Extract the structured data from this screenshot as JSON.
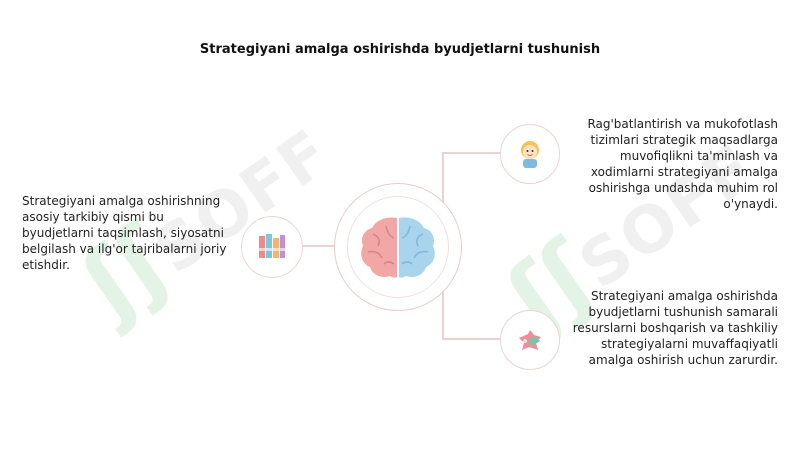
{
  "title": "Strategiyani amalga oshirishda byudjetlarni tushunish",
  "watermark": "SOFF",
  "left_text": "Strategiyani amalga oshirishning asosiy tarkibiy qismi bu byudjetlarni taqsimlash, siyosatni belgilash va ilg'or tajribalarni joriy etishdir.",
  "top_right_text": "Rag'batlantirish va mukofotlash tizimlari strategik maqsadlarga muvofiqlikni ta'minlash va xodimlarni strategiyani amalga oshirishga undashda muhim rol o'ynaydi.",
  "bottom_right_text": "Strategiyani amalga oshirishda byudjetlarni tushunish samarali resurslarni boshqarish va tashkiliy strategiyalarni muvaffaqiyatli amalga oshirish uchun zarurdir.",
  "icons": {
    "center": "brain-icon",
    "left": "building-blocks-icon",
    "top_right": "person-avatar-icon",
    "bottom_right": "puzzle-icon"
  },
  "colors": {
    "title": "#111111",
    "circle_border": "#ecd3d3",
    "connector": "#e2c4c4",
    "brain_left": "#f2a7a7",
    "brain_right": "#a9d4ee",
    "watermark_green": "#e3f4e6"
  }
}
